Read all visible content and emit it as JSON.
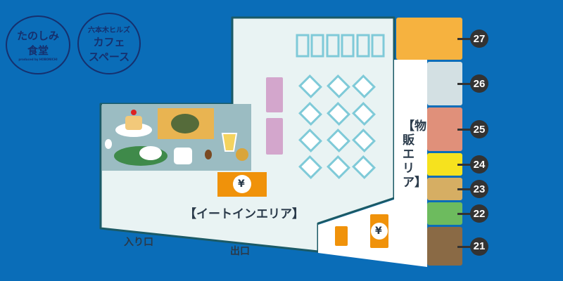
{
  "logos": {
    "tanoshimi": {
      "line1": "たのしみ",
      "line2": "食堂",
      "sub": "produced by HOBONICHI"
    },
    "cafe": {
      "line1": "六本木ヒルズ",
      "line2": "カフェ",
      "line3": "スペース"
    }
  },
  "areas": {
    "eat_in": "【イートインエリア】",
    "sales": "【物販エリア】",
    "entrance": "入り口",
    "exit": "出口"
  },
  "registers": {
    "symbol": "¥"
  },
  "shops": [
    {
      "number": "27",
      "icon": "bento-icon",
      "color": "#f6b23f"
    },
    {
      "number": "26",
      "icon": "rice-pot-icon",
      "color": "#d3e0e3"
    },
    {
      "number": "25",
      "icon": "fish-icon",
      "color": "#e0907a"
    },
    {
      "number": "24",
      "icon": "spice-icon",
      "color": "#f6e21e"
    },
    {
      "number": "23",
      "icon": "wooden-spoon-icon",
      "color": "#d6ae63"
    },
    {
      "number": "22",
      "icon": "teapot-icon",
      "color": "#6dbb5e"
    },
    {
      "number": "21",
      "icon": "coffee-bag-icon",
      "color": "#8a6a45"
    }
  ],
  "colors": {
    "background": "#0a6db8",
    "floor": "#e9f3f3",
    "outline": "#1b5a66",
    "register": "#f0920a",
    "furniture": "#7fcad8"
  }
}
